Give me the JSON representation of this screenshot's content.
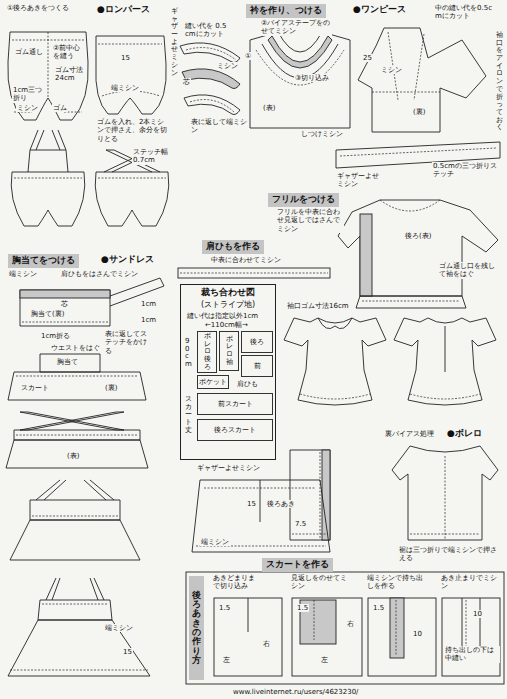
{
  "diagram": {
    "nodes": [
      {
        "text": [
          "衿を作り、つける"
        ]
      },
      {
        "text": [
          "フリルをつける"
        ]
      },
      {
        "text": [
          "肩ひもを作る"
        ]
      },
      {
        "text": [
          "胸当てをつける"
        ]
      },
      {
        "text": [
          "裁ち合わせ図",
          "(ストライプ地)"
        ]
      },
      {
        "text": [
          "ボレロ後ろ"
        ],
        "in": 4
      },
      {
        "text": [
          "ボレロ袖"
        ],
        "in": 4
      },
      {
        "text": [
          "後ろ"
        ],
        "in": 4
      },
      {
        "text": [
          "前"
        ],
        "in": 4
      },
      {
        "text": [
          "ポケット"
        ],
        "in": 4
      },
      {
        "text": [
          "前スカート"
        ],
        "in": 4
      },
      {
        "text": [
          "後ろスカート"
        ],
        "in": 4
      },
      {
        "text": [
          "スカートを作る"
        ]
      },
      {
        "text": [
          "後ろあきの作り方"
        ]
      }
    ],
    "labels": [
      "①後ろあきをつくる",
      "●ロンパース",
      "②前中心を縫う",
      "ゴム通し",
      "ゴム寸法 24cm",
      "1cm三つ折り",
      "ミシン",
      "ゴム",
      "ギャザーよせミシン",
      "15",
      "端ミシン",
      "ゴムを入れ、2本ミシンで押さえ、余分を切りとる",
      "ステッチ幅 0.7cm",
      "中表に合わせてミシン",
      "端ミシン",
      "芯",
      "肩ひもをはさんでミシン",
      "胸当て(裏)",
      "1cm",
      "1cm",
      "1cm折る",
      "ウエストをはぐ",
      "胸当て",
      "スカート",
      "(裏)",
      "表に返してステッチをかける",
      "(表)",
      "●サンドレス",
      "縫い代は指定以外1cm",
      "←110cm幅→",
      "90cm",
      "スカート丈",
      "肩ひも",
      "ギャザーよせミシン",
      "後ろあき",
      "15",
      "端ミシン",
      "縫い代を 0.5cmにカット",
      "ミシン",
      "芯",
      "表に返して端ミシン",
      "②バイアステープをのせてミシン",
      "①",
      "③切り込み",
      "(表)",
      "しつけミシン",
      "●ワンピース",
      "中の縫い代を0.5cmにカット",
      "袖口をアイロンで折っておく",
      "ミシン",
      "(裏)",
      "25",
      "ギャザーよせミシン",
      "0.5cmの三つ折りステッチ",
      "フリルを中表に合わせ見返しではさんでミシン",
      "後ろ(表)",
      "ゴム通し口を残して袖をはぐ",
      "袖口ゴム寸法16cm",
      "裏バイアス処理",
      "●ボレロ",
      "7.5",
      "裾は三つ折りで端ミシンで押さえる",
      "あきどまりまで切り込み",
      "見返しをのせてミシン",
      "1.5",
      "右",
      "左",
      "1.5",
      "右",
      "左",
      "端ミシンで持ち出しを作る",
      "1.5",
      "10",
      "あき止まりでミシン",
      "持ち出しの下は中縫い",
      "10",
      "www.liveinternet.ru/users/4623230/",
      "端ミシン",
      "15"
    ]
  }
}
